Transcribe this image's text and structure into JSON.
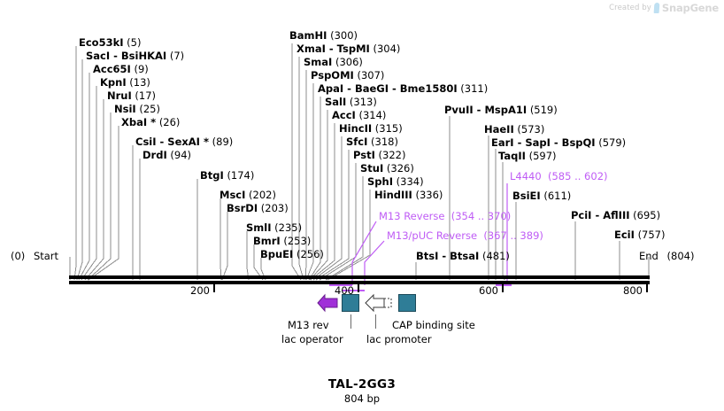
{
  "watermark": {
    "prefix": "Created by",
    "brand": "SnapGene",
    "logo_icon": "snapgene-logo-icon",
    "color": "#d4d4d4"
  },
  "title": {
    "name": "TAL-2GG3",
    "length": "804 bp"
  },
  "colors": {
    "enzyme": "#000000",
    "primer": "#bf5cf5",
    "feature_teal": "#2f7d97",
    "feature_purple": "#a02fd8",
    "leader": "#8d8d8d",
    "ruler": "#000000"
  },
  "sequence": {
    "start_label": "Start",
    "start_pos": "(0)",
    "end_label": "End",
    "end_pos": "(804)",
    "length_bp": 804
  },
  "ruler": {
    "ticks": [
      {
        "label": "200",
        "value": 200
      },
      {
        "label": "400",
        "value": 400
      },
      {
        "label": "600",
        "value": 600
      },
      {
        "label": "800",
        "value": 800
      }
    ]
  },
  "enzymes": [
    {
      "name": "Eco53kI",
      "pos": "(5)",
      "site": 5
    },
    {
      "name": "SacI  -  BsiHKAI",
      "pos": "(7)",
      "site": 7
    },
    {
      "name": "Acc65I",
      "pos": "(9)",
      "site": 9
    },
    {
      "name": "KpnI",
      "pos": "(13)",
      "site": 13
    },
    {
      "name": "NruI",
      "pos": "(17)",
      "site": 17
    },
    {
      "name": "NsiI",
      "pos": "(25)",
      "site": 25
    },
    {
      "name": "XbaI *",
      "pos": "(26)",
      "site": 26
    },
    {
      "name": "CsiI  -  SexAI *",
      "pos": "(89)",
      "site": 89
    },
    {
      "name": "DrdI",
      "pos": "(94)",
      "site": 94
    },
    {
      "name": "BtgI",
      "pos": "(174)",
      "site": 174
    },
    {
      "name": "MscI",
      "pos": "(202)",
      "site": 202
    },
    {
      "name": "BsrDI",
      "pos": "(203)",
      "site": 203
    },
    {
      "name": "SmlI",
      "pos": "(235)",
      "site": 235
    },
    {
      "name": "BmrI",
      "pos": "(253)",
      "site": 253
    },
    {
      "name": "BpuEI",
      "pos": "(256)",
      "site": 256
    },
    {
      "name": "BamHI",
      "pos": "(300)",
      "site": 300
    },
    {
      "name": "XmaI  -  TspMI",
      "pos": "(304)",
      "site": 304
    },
    {
      "name": "SmaI",
      "pos": "(306)",
      "site": 306
    },
    {
      "name": "PspOMI",
      "pos": "(307)",
      "site": 307
    },
    {
      "name": "ApaI  -  BaeGI  -  Bme1580I",
      "pos": "(311)",
      "site": 311
    },
    {
      "name": "SalI",
      "pos": "(313)",
      "site": 313
    },
    {
      "name": "AccI",
      "pos": "(314)",
      "site": 314
    },
    {
      "name": "HincII",
      "pos": "(315)",
      "site": 315
    },
    {
      "name": "SfcI",
      "pos": "(318)",
      "site": 318
    },
    {
      "name": "PstI",
      "pos": "(322)",
      "site": 322
    },
    {
      "name": "StuI",
      "pos": "(326)",
      "site": 326
    },
    {
      "name": "SphI",
      "pos": "(334)",
      "site": 334
    },
    {
      "name": "HindIII",
      "pos": "(336)",
      "site": 336
    },
    {
      "name": "BtsI  -  BtsaI",
      "pos": "(481)",
      "site": 481
    },
    {
      "name": "PvuII  -  MspA1I",
      "pos": "(519)",
      "site": 519
    },
    {
      "name": "HaeII",
      "pos": "(573)",
      "site": 573
    },
    {
      "name": "EarI  -  SapI  -  BspQI",
      "pos": "(579)",
      "site": 579
    },
    {
      "name": "TaqII",
      "pos": "(597)",
      "site": 597
    },
    {
      "name": "BsiEI",
      "pos": "(611)",
      "site": 611
    },
    {
      "name": "PciI  -  AflIII",
      "pos": "(695)",
      "site": 695
    },
    {
      "name": "EciI",
      "pos": "(757)",
      "site": 757
    }
  ],
  "primers": [
    {
      "name": "M13 Reverse",
      "pos": "(354 .. 370)",
      "start": 354,
      "end": 370
    },
    {
      "name": "M13/pUC Reverse",
      "pos": "(367 .. 389)",
      "start": 367,
      "end": 389
    },
    {
      "name": "L4440",
      "pos": "(585 .. 602)",
      "start": 585,
      "end": 602
    }
  ],
  "features": [
    {
      "label": "M13 rev",
      "glyph": "arrow-left-purple",
      "icon": "left-arrow-icon"
    },
    {
      "label": "lac operator",
      "glyph": "box-teal",
      "icon": "box-icon"
    },
    {
      "label": "lac promoter",
      "glyph": "arrow-left-white",
      "icon": "left-arrow-outline-icon"
    },
    {
      "label": "CAP binding site",
      "glyph": "box-teal",
      "icon": "box-icon"
    }
  ]
}
